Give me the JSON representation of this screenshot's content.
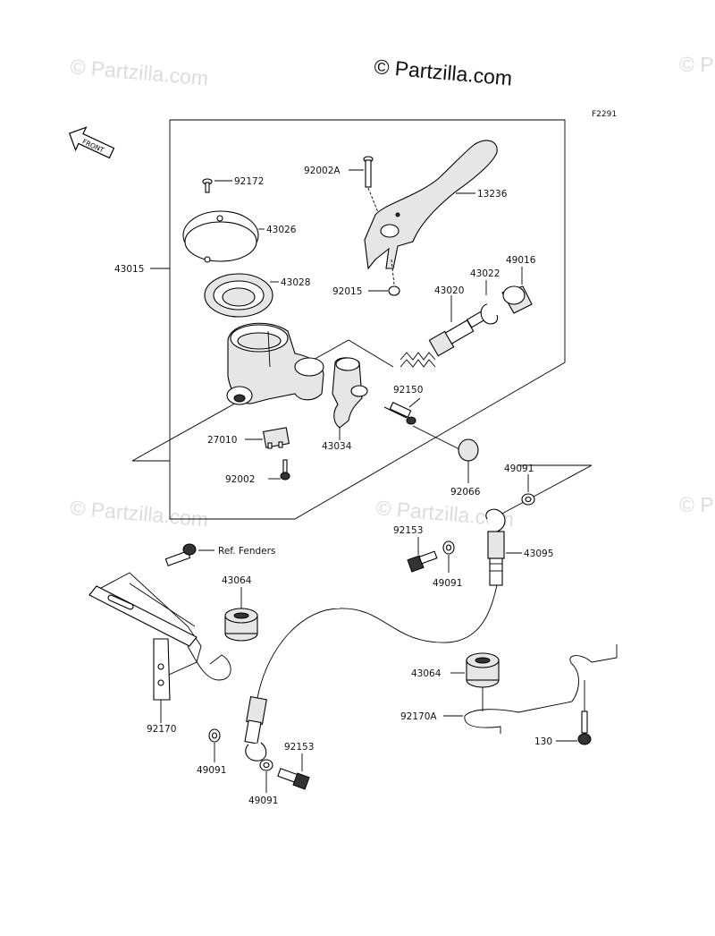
{
  "watermark": {
    "main": "© Partzilla.com",
    "faint": "© Partzilla.com",
    "faint_partial": "© P"
  },
  "figure_code": "F2291",
  "front_arrow": "FRONT",
  "labels": {
    "p92172": "92172",
    "p43026": "43026",
    "p43015": "43015",
    "p43028": "43028",
    "p92002A": "92002A",
    "p13236": "13236",
    "p92015": "92015",
    "p43022": "43022",
    "p49016": "49016",
    "p43020": "43020",
    "p92150": "92150",
    "p27010": "27010",
    "p43034": "43034",
    "p92002": "92002",
    "p92066": "92066",
    "p49091_a": "49091",
    "p92153_a": "92153",
    "p43095": "43095",
    "p49091_b": "49091",
    "ref_fenders": "Ref. Fenders",
    "p43064_a": "43064",
    "p43064_b": "43064",
    "p92170A": "92170A",
    "p92170": "92170",
    "p130": "130",
    "p49091_c": "49091",
    "p92153_b": "92153",
    "p49091_d": "49091"
  }
}
